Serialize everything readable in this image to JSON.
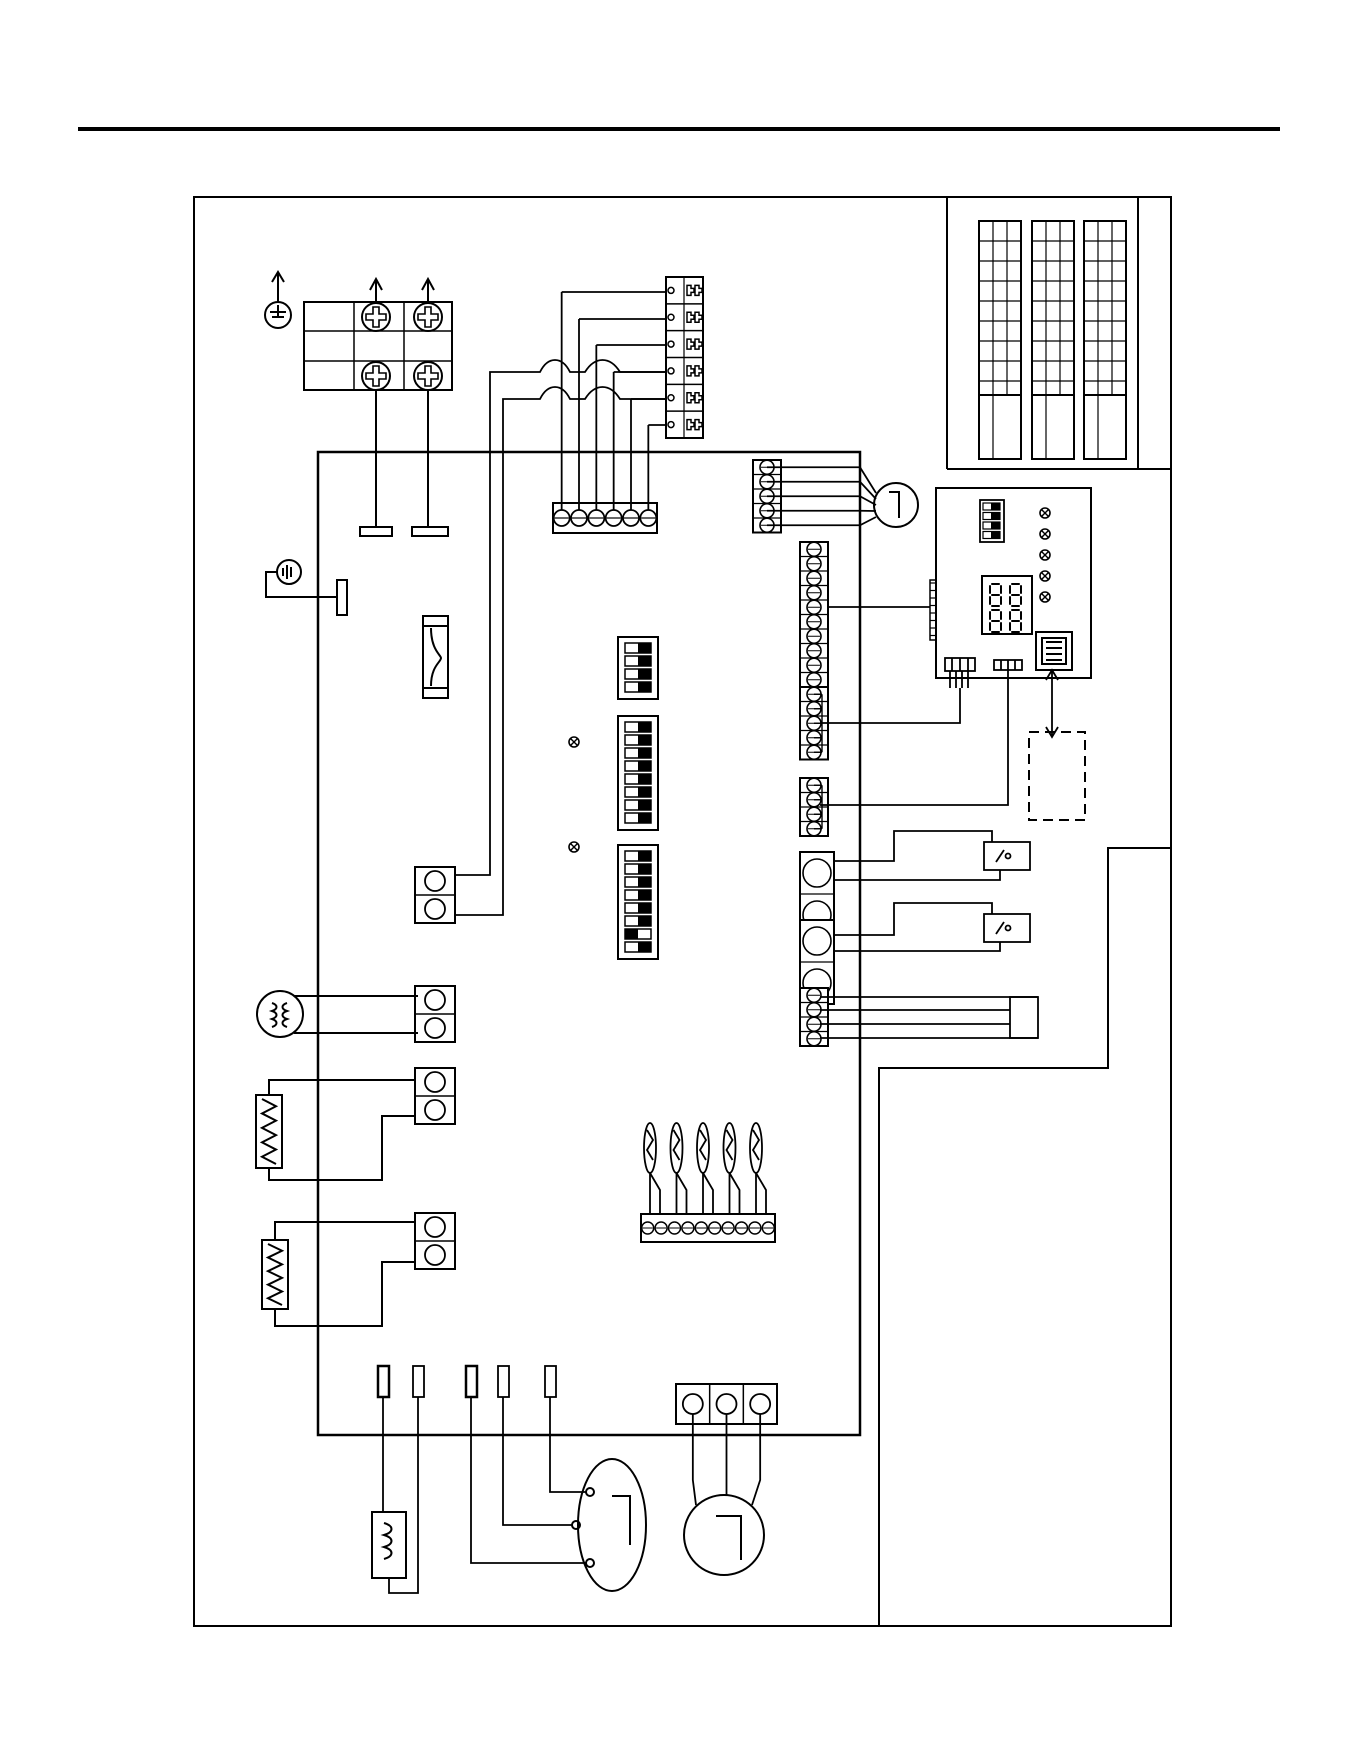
{
  "page": {
    "colors": {
      "ink": "#000000",
      "paper": "#ffffff"
    }
  },
  "diagram": {
    "type": "wiring-diagram",
    "components": {
      "earth_terminals": 2,
      "power_terminal_block": {
        "rows": 3,
        "cols": 3,
        "screw_terminals": 4
      },
      "signal_terminal_block": {
        "terminals": 6
      },
      "main_board_connector_6pin": 6,
      "fuse": 1,
      "dip_switch_banks": [
        {
          "positions": 4
        },
        {
          "positions": 8
        },
        {
          "positions": 8
        }
      ],
      "board_leds": 2,
      "display_board": {
        "dip_positions": 4,
        "leds": 5,
        "seven_segment_digits": 4,
        "rj45_port": 1
      },
      "right_connectors": [
        5,
        10,
        5,
        4,
        2,
        2,
        4
      ],
      "float_switches": 2,
      "thermistors": 5,
      "motor_connector": 3,
      "heaters": 2,
      "fan_motor": 1,
      "pump_motor": 1,
      "coil": 1,
      "legend_table_columns": 3
    }
  }
}
